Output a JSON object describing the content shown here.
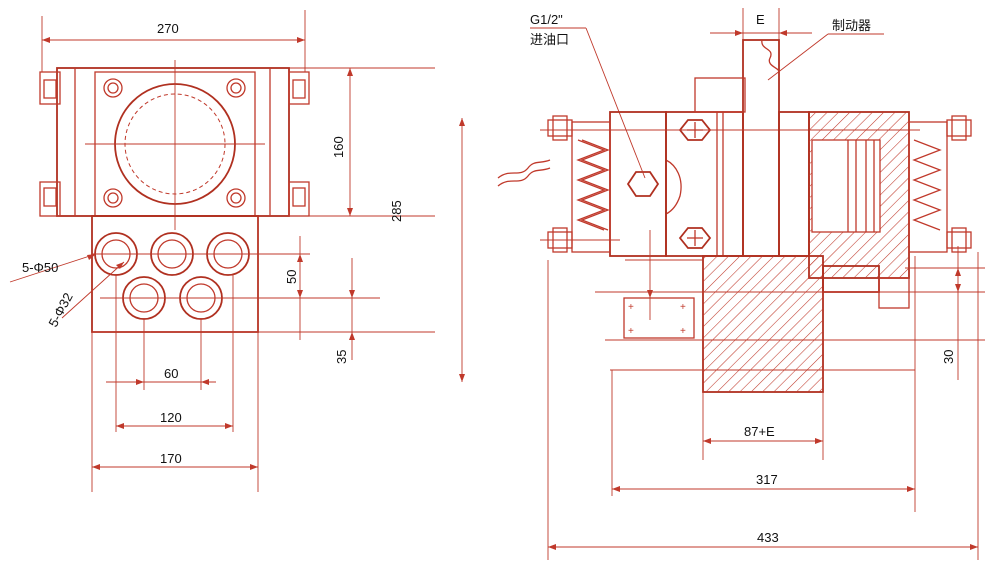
{
  "labels": {
    "dim_270": "270",
    "dim_160": "160",
    "dim_285": "285",
    "hole_50": "5-Φ50",
    "hole_32": "5-Φ32",
    "dim_50": "50",
    "dim_35": "35",
    "dim_60": "60",
    "dim_120": "120",
    "dim_170": "170",
    "port_thread": "G1/2\"",
    "port_name": "进油口",
    "dim_E": "E",
    "brake_name": "制动器",
    "dim_87E": "87+E",
    "dim_317": "317",
    "dim_433": "433",
    "dim_30": "30"
  },
  "colors": {
    "line": "#c0392b",
    "text": "#111111",
    "background": "#ffffff"
  }
}
